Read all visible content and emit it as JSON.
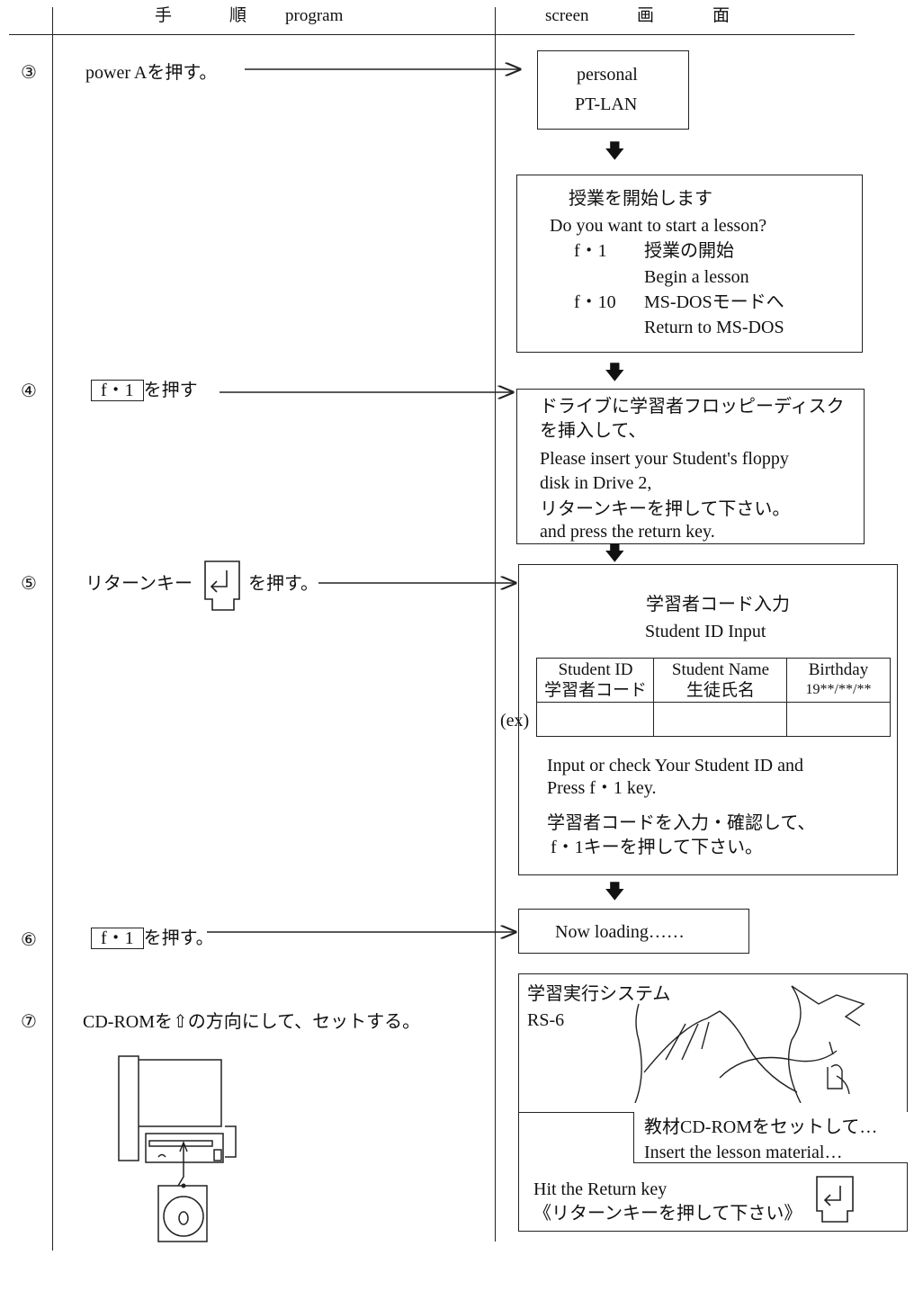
{
  "header": {
    "program_col": [
      "手",
      "順",
      "program"
    ],
    "screen_col": [
      "screen",
      "画",
      "面"
    ]
  },
  "steps": [
    {
      "num": "③",
      "instruction": "power Aを押す。"
    },
    {
      "num": "④",
      "key": "f・1",
      "suffix": "を押す"
    },
    {
      "num": "⑤",
      "prefix": "リターンキー",
      "suffix": "を押す。"
    },
    {
      "num": "⑥",
      "key": "f・1",
      "suffix": "を押す。"
    },
    {
      "num": "⑦",
      "instruction": "CD-ROMを⇧の方向にして、セットする。"
    }
  ],
  "screens": {
    "boot": {
      "line1": "personal",
      "line2": "PT-LAN"
    },
    "start": {
      "title_jp": "授業を開始します",
      "title_en": "Do you want to start a lesson?",
      "opt1_key": "f・1",
      "opt1_jp": "授業の開始",
      "opt1_en": "Begin a lesson",
      "opt2_key": "f・10",
      "opt2_jp": "MS-DOSモードへ",
      "opt2_en": "Return to MS-DOS"
    },
    "insert": {
      "l1": "ドライブに学習者フロッピーディスク",
      "l2": "を挿入して、",
      "l3": "Please insert your Student's floppy",
      "l4": "disk in Drive 2,",
      "l5": "リターンキーを押して下さい。",
      "l6": "and press the return key."
    },
    "student_id": {
      "title_jp": "学習者コード入力",
      "title_en": "Student ID Input",
      "ex_label": "(ex)",
      "columns": [
        {
          "en": "Student ID",
          "jp": "学習者コード"
        },
        {
          "en": "Student Name",
          "jp": "生徒氏名"
        },
        {
          "en": "Birthday",
          "jp": "19**/**/**"
        }
      ],
      "msg_en1": "Input or check Your Student ID and",
      "msg_en2": "Press f・1 key.",
      "msg_jp1": "学習者コードを入力・確認して、",
      "msg_jp2": "f・1キーを押して下さい。"
    },
    "loading": {
      "text": "Now loading……"
    },
    "rs6": {
      "title1": "学習実行システム",
      "title2": "RS-6",
      "prompt_jp": "教材CD-ROMをセットして…",
      "prompt_en": "Insert the lesson material…",
      "hit_en": "Hit the Return key",
      "hit_jp": "《リターンキーを押して下さい》"
    }
  }
}
